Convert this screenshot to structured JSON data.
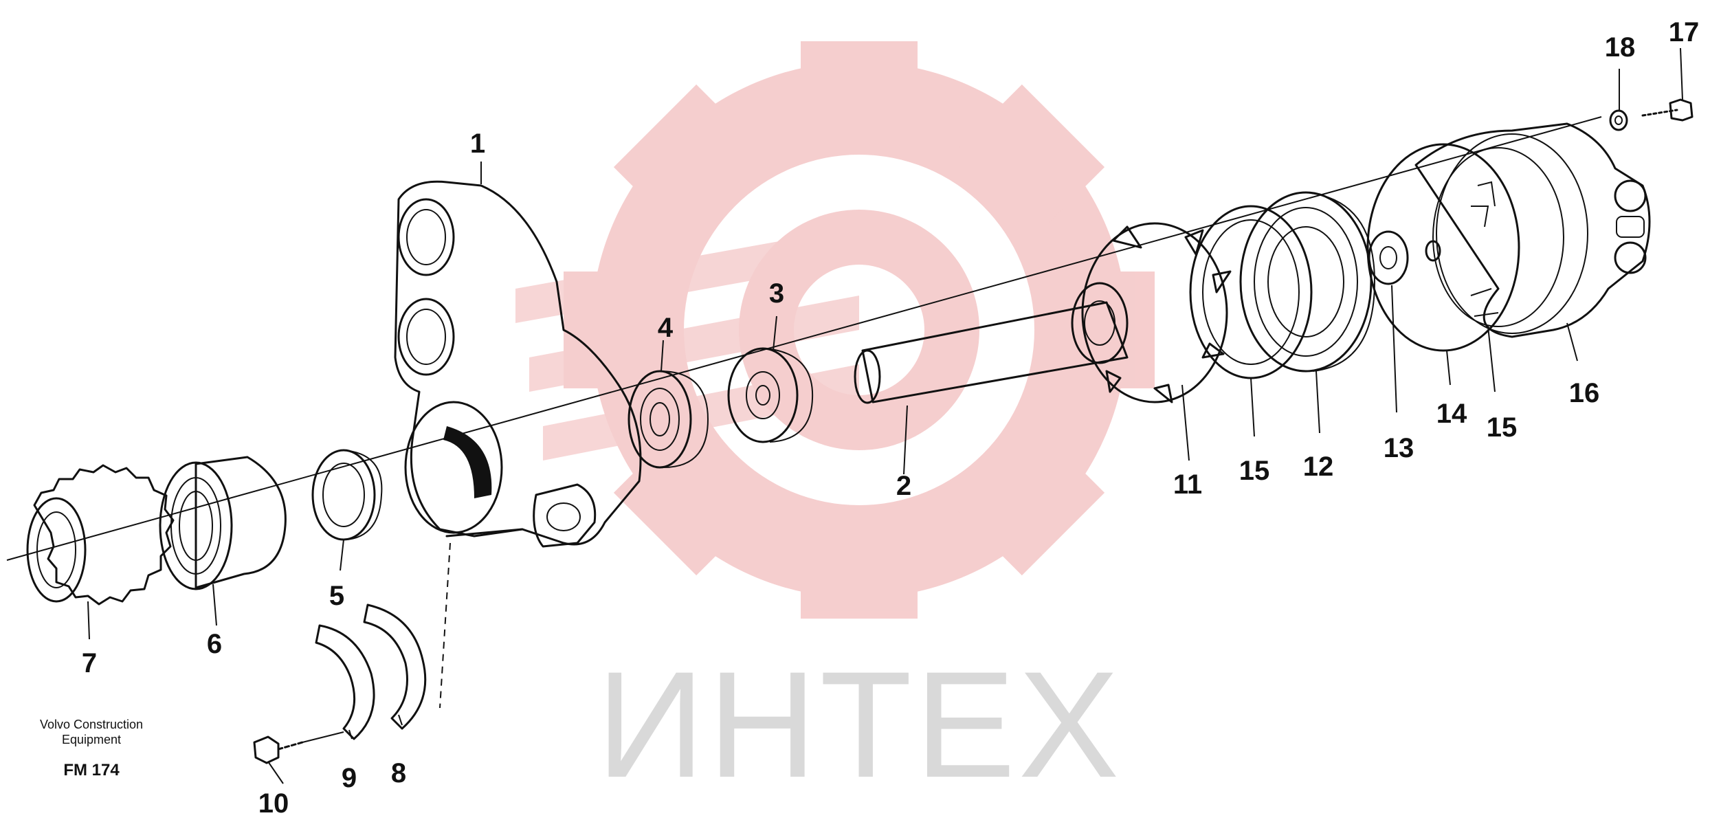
{
  "watermark": {
    "text": "ИНТЕХ",
    "gear_color": "#f5c9c9",
    "text_color": "#d9d9d9"
  },
  "caption": {
    "line1": "Volvo Construction",
    "line2": "Equipment",
    "code": "FM 174"
  },
  "labels": {
    "l1": "1",
    "l2": "2",
    "l3": "3",
    "l4": "4",
    "l5": "5",
    "l6": "6",
    "l7": "7",
    "l8": "8",
    "l9": "9",
    "l10": "10",
    "l11": "11",
    "l12": "12",
    "l13": "13",
    "l14": "14",
    "l15a": "15",
    "l15b": "15",
    "l16": "16",
    "l17": "17",
    "l18": "18"
  }
}
